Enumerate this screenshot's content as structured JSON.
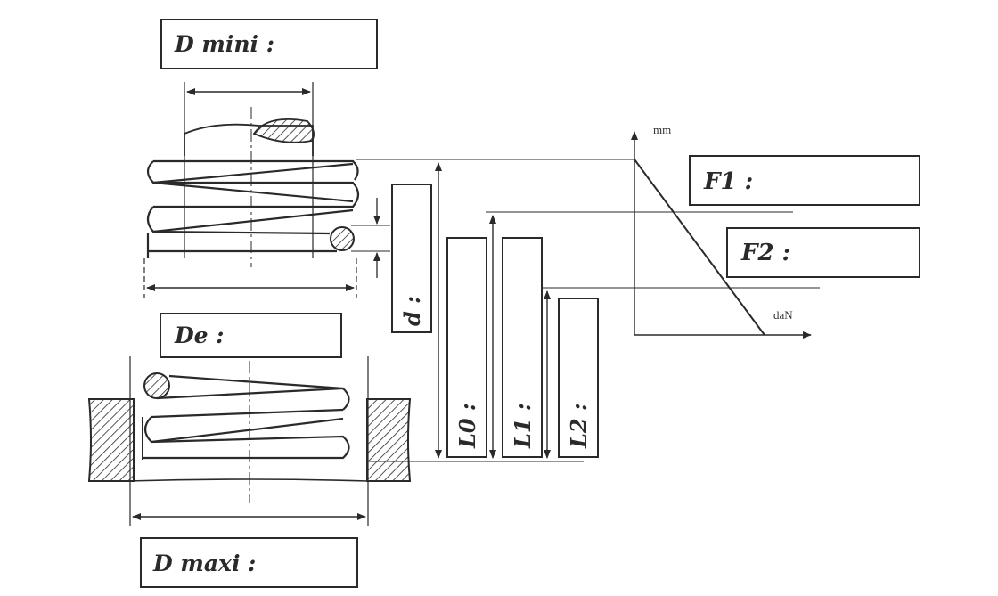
{
  "fields": {
    "d_mini": "D mini :",
    "de": "De :",
    "d_maxi": "D maxi :",
    "d": "d :",
    "l0": "L0 :",
    "l1": "L1 :",
    "l2": "L2 :",
    "f1": "F1 :",
    "f2": "F2 :"
  },
  "graph": {
    "y_unit": "mm",
    "x_unit": "daN"
  },
  "colors": {
    "ink": "#2a2a2a",
    "paper": "#ffffff"
  }
}
